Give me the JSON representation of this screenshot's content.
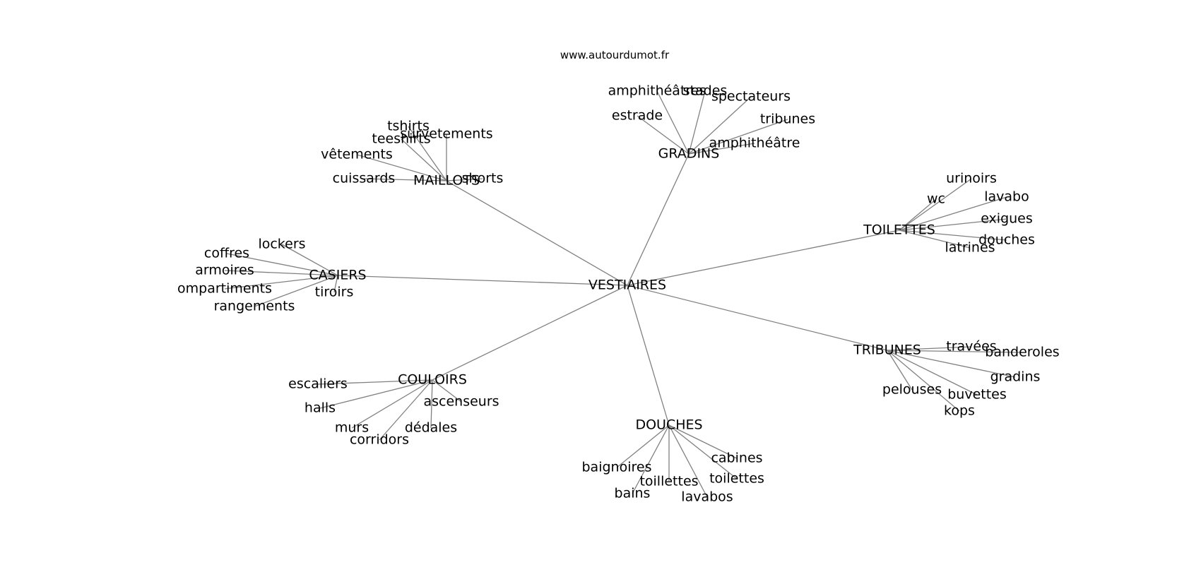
{
  "source": "www.autourdumot.fr",
  "root": "VESTIAIRES",
  "clusters": [
    {
      "id": "maillots",
      "label": "MAILLOTS",
      "leaves": [
        "tshirts",
        "teeshirts",
        "survetements",
        "vêtements",
        "cuissards",
        "shorts"
      ]
    },
    {
      "id": "gradins",
      "label": "GRADINS",
      "leaves": [
        "amphithéâtres",
        "stades",
        "spectateurs",
        "estrade",
        "tribunes",
        "amphithéâtre"
      ]
    },
    {
      "id": "toilettes",
      "label": "TOILETTES",
      "leaves": [
        "urinoirs",
        "wc",
        "lavabo",
        "exigues",
        "douches",
        "latrines"
      ]
    },
    {
      "id": "casiers",
      "label": "CASIERS",
      "leaves": [
        "lockers",
        "coffres",
        "armoires",
        "ompartiments",
        "rangements",
        "tiroirs"
      ]
    },
    {
      "id": "tribunes",
      "label": "TRIBUNES",
      "leaves": [
        "travées",
        "banderoles",
        "gradins",
        "buvettes",
        "pelouses",
        "kops"
      ]
    },
    {
      "id": "couloirs",
      "label": "COULOIRS",
      "leaves": [
        "escaliers",
        "ascenseurs",
        "halls",
        "murs",
        "corridors",
        "dédales"
      ]
    },
    {
      "id": "douches",
      "label": "DOUCHES",
      "leaves": [
        "cabines",
        "baignoires",
        "toillettes",
        "toilettes",
        "bains",
        "lavabos"
      ]
    }
  ]
}
